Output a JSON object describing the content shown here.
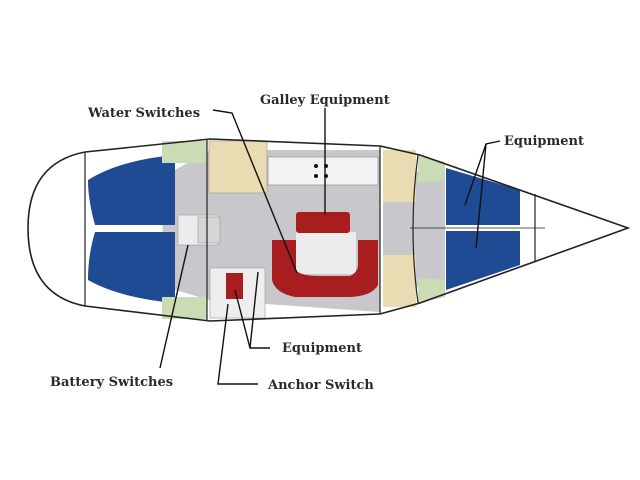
{
  "labels": {
    "water_switches": "Water Switches",
    "galley_equipment": "Galley Equipment",
    "equipment_forward": "Equipment",
    "equipment_saloon": "Equipment",
    "battery_switches": "Battery Switches",
    "anchor_switch": "Anchor Switch"
  },
  "colors": {
    "berth": "#1f4a94",
    "settee": "#a81e1e",
    "head": "#eadcb2",
    "locker": "#c9dcb4",
    "floor": "#c8c8cc"
  }
}
